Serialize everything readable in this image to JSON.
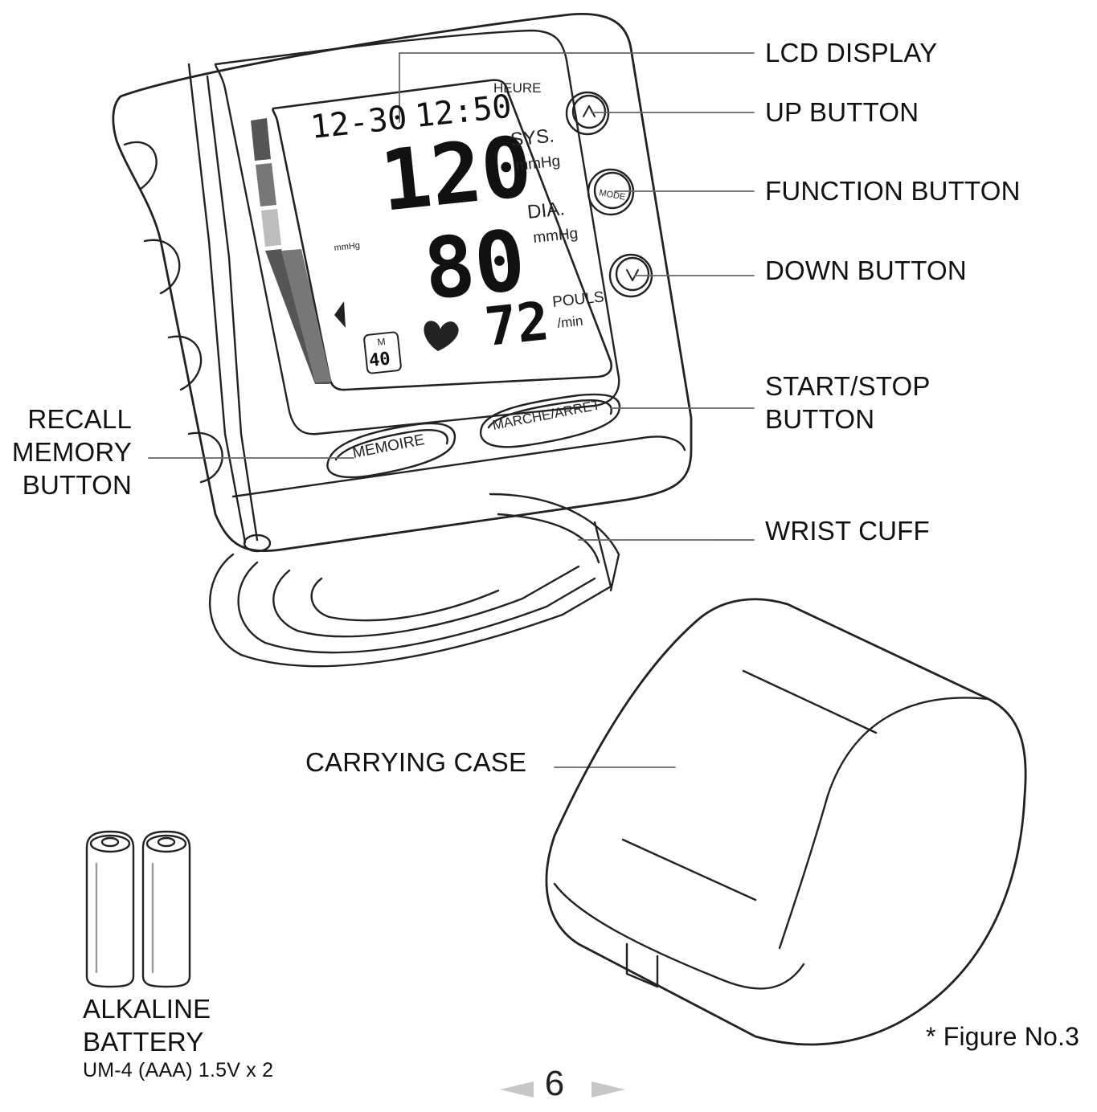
{
  "lcd": {
    "date": "12-30",
    "time": "12:50",
    "heure_label": "HEURE",
    "sys_label": "SYS.",
    "sys_unit": "mmHg",
    "sys_value": "120",
    "dia_label": "DIA.",
    "dia_unit": "mmHg",
    "dia_value": "80",
    "pulse_label": "POULS",
    "pulse_unit": "/min",
    "pulse_value": "72",
    "memory_letter": "M",
    "memory_value": "40",
    "scale_unit": "mmHg"
  },
  "device_buttons": {
    "mode": "MODE",
    "start_stop": "MARCHE/ARRET",
    "memory": "MEMOIRE"
  },
  "callouts": {
    "lcd_display": "LCD DISPLAY",
    "up_button": "UP BUTTON",
    "function_button": "FUNCTION BUTTON",
    "down_button": "DOWN BUTTON",
    "start_stop_line1": "START/STOP",
    "start_stop_line2": "BUTTON",
    "recall_line1": "RECALL",
    "recall_line2": "MEMORY",
    "recall_line3": "BUTTON",
    "wrist_cuff": "WRIST CUFF",
    "carrying_case": "CARRYING CASE",
    "battery_line1": "ALKALINE",
    "battery_line2": "BATTERY",
    "battery_spec": "UM-4 (AAA) 1.5V x 2"
  },
  "figure_label": "* Figure No.3",
  "page_number": "6"
}
